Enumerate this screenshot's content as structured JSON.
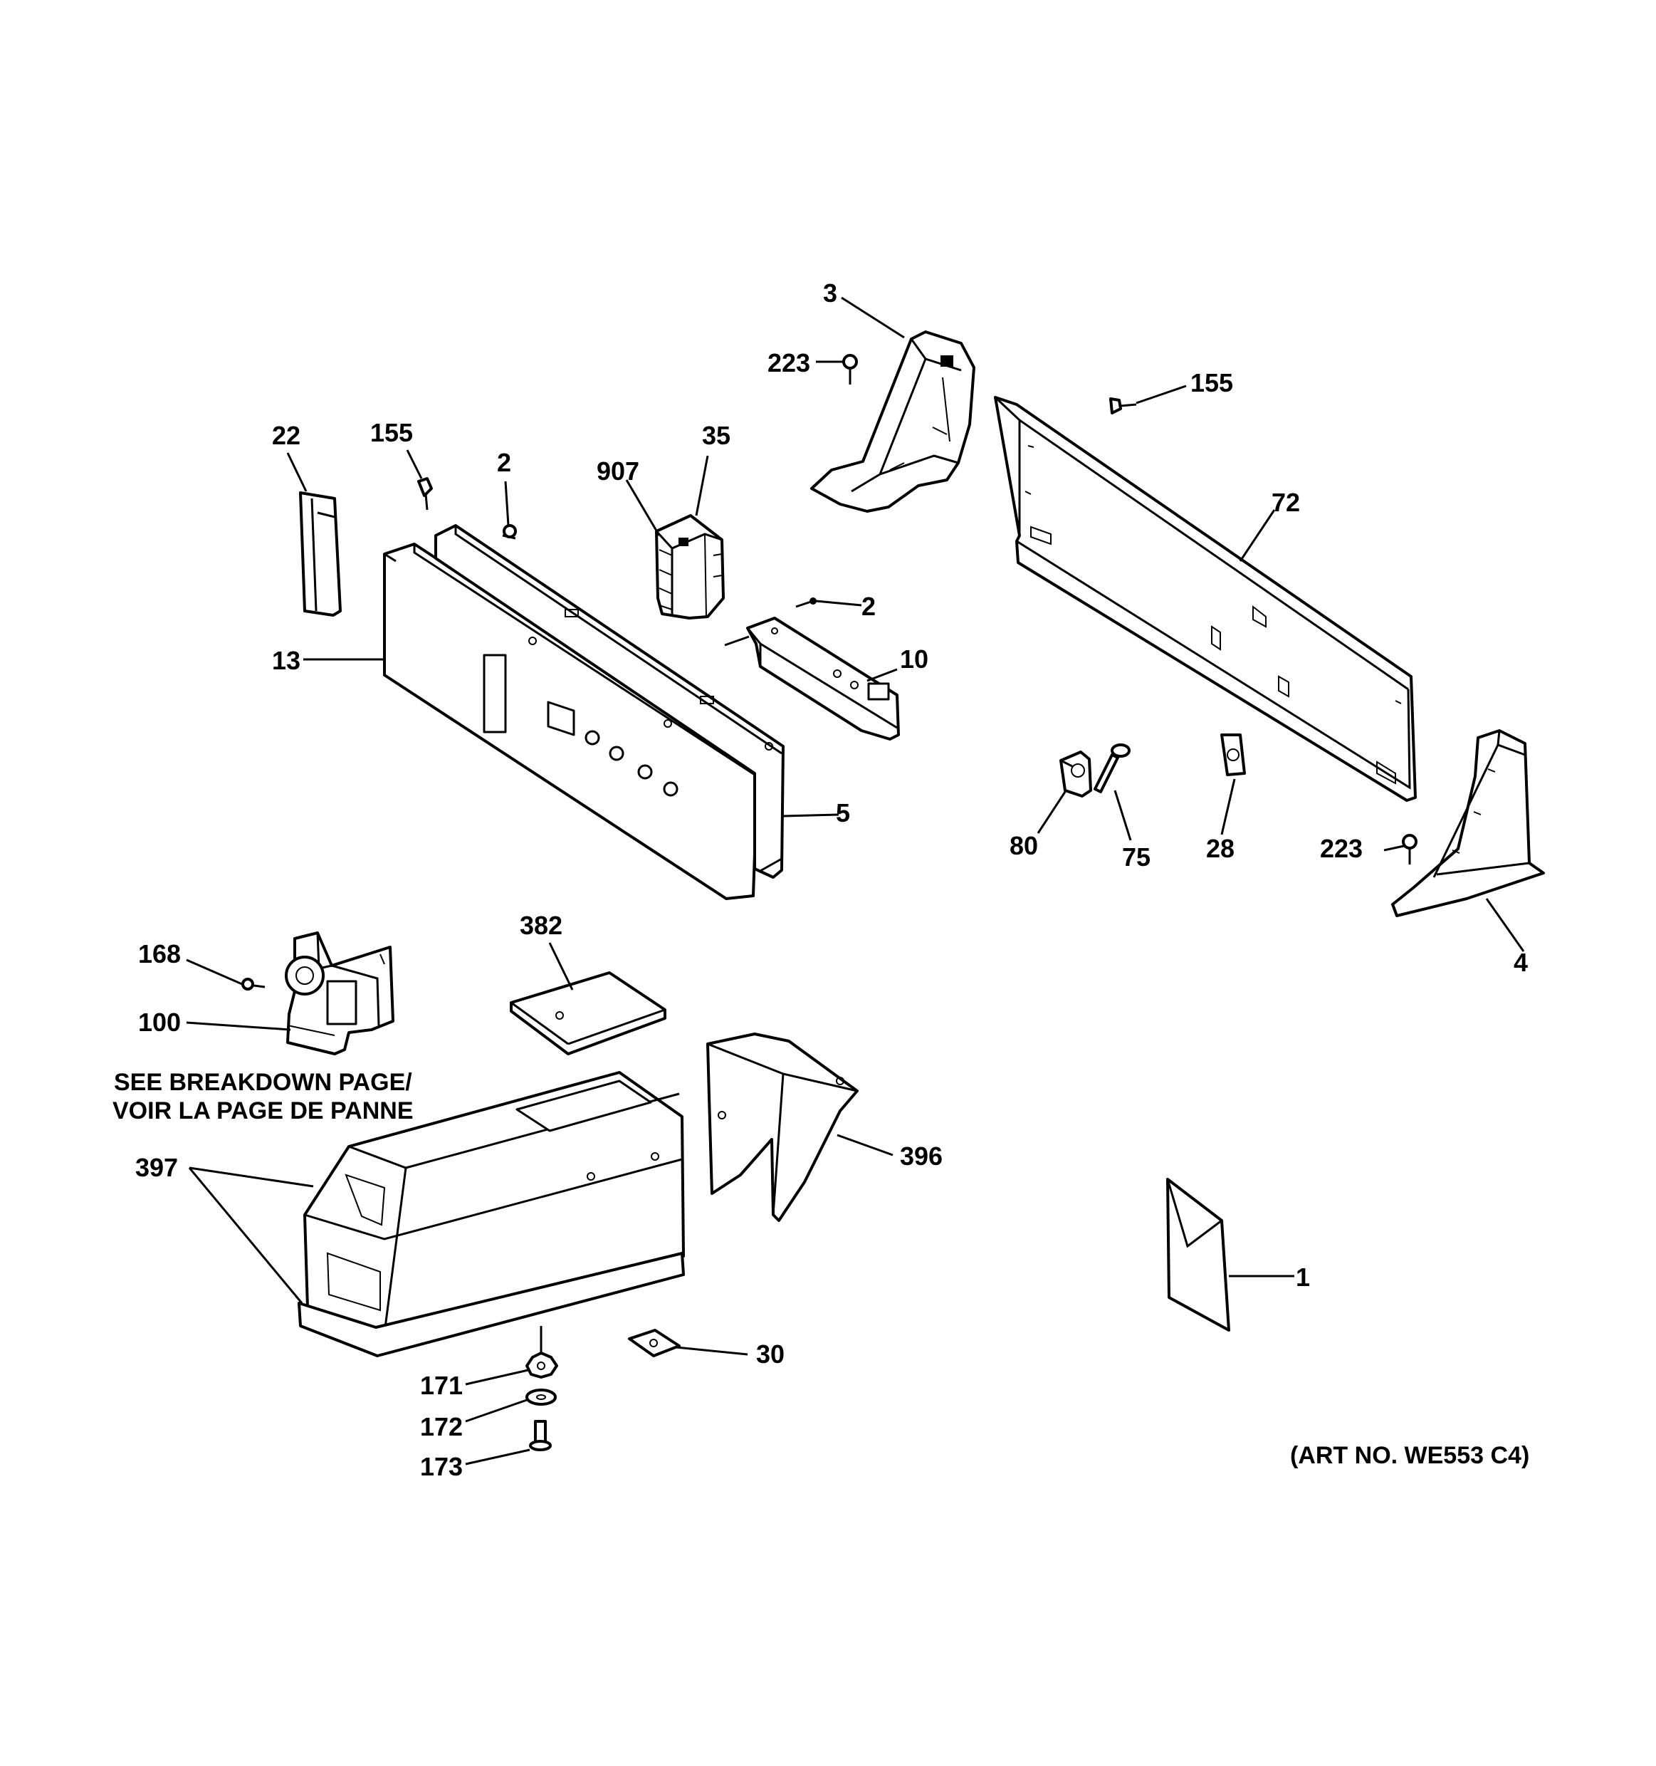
{
  "title": "",
  "callouts": {
    "p3": "3",
    "p223a": "223",
    "p155a": "155",
    "p22": "22",
    "p155b": "155",
    "p2a": "2",
    "p907": "907",
    "p35": "35",
    "p72": "72",
    "p2b": "2",
    "p13": "13",
    "p10": "10",
    "p5": "5",
    "p80": "80",
    "p75": "75",
    "p28": "28",
    "p223b": "223",
    "p4": "4",
    "p382": "382",
    "p168": "168",
    "p100": "100",
    "p397": "397",
    "p396": "396",
    "p1": "1",
    "p30": "30",
    "p171": "171",
    "p172": "172",
    "p173": "173"
  },
  "notes": {
    "breakdown_line1": "SEE BREAKDOWN PAGE/",
    "breakdown_line2": "VOIR LA PAGE DE PANNE",
    "art_number": "(ART NO. WE553 C4)"
  }
}
